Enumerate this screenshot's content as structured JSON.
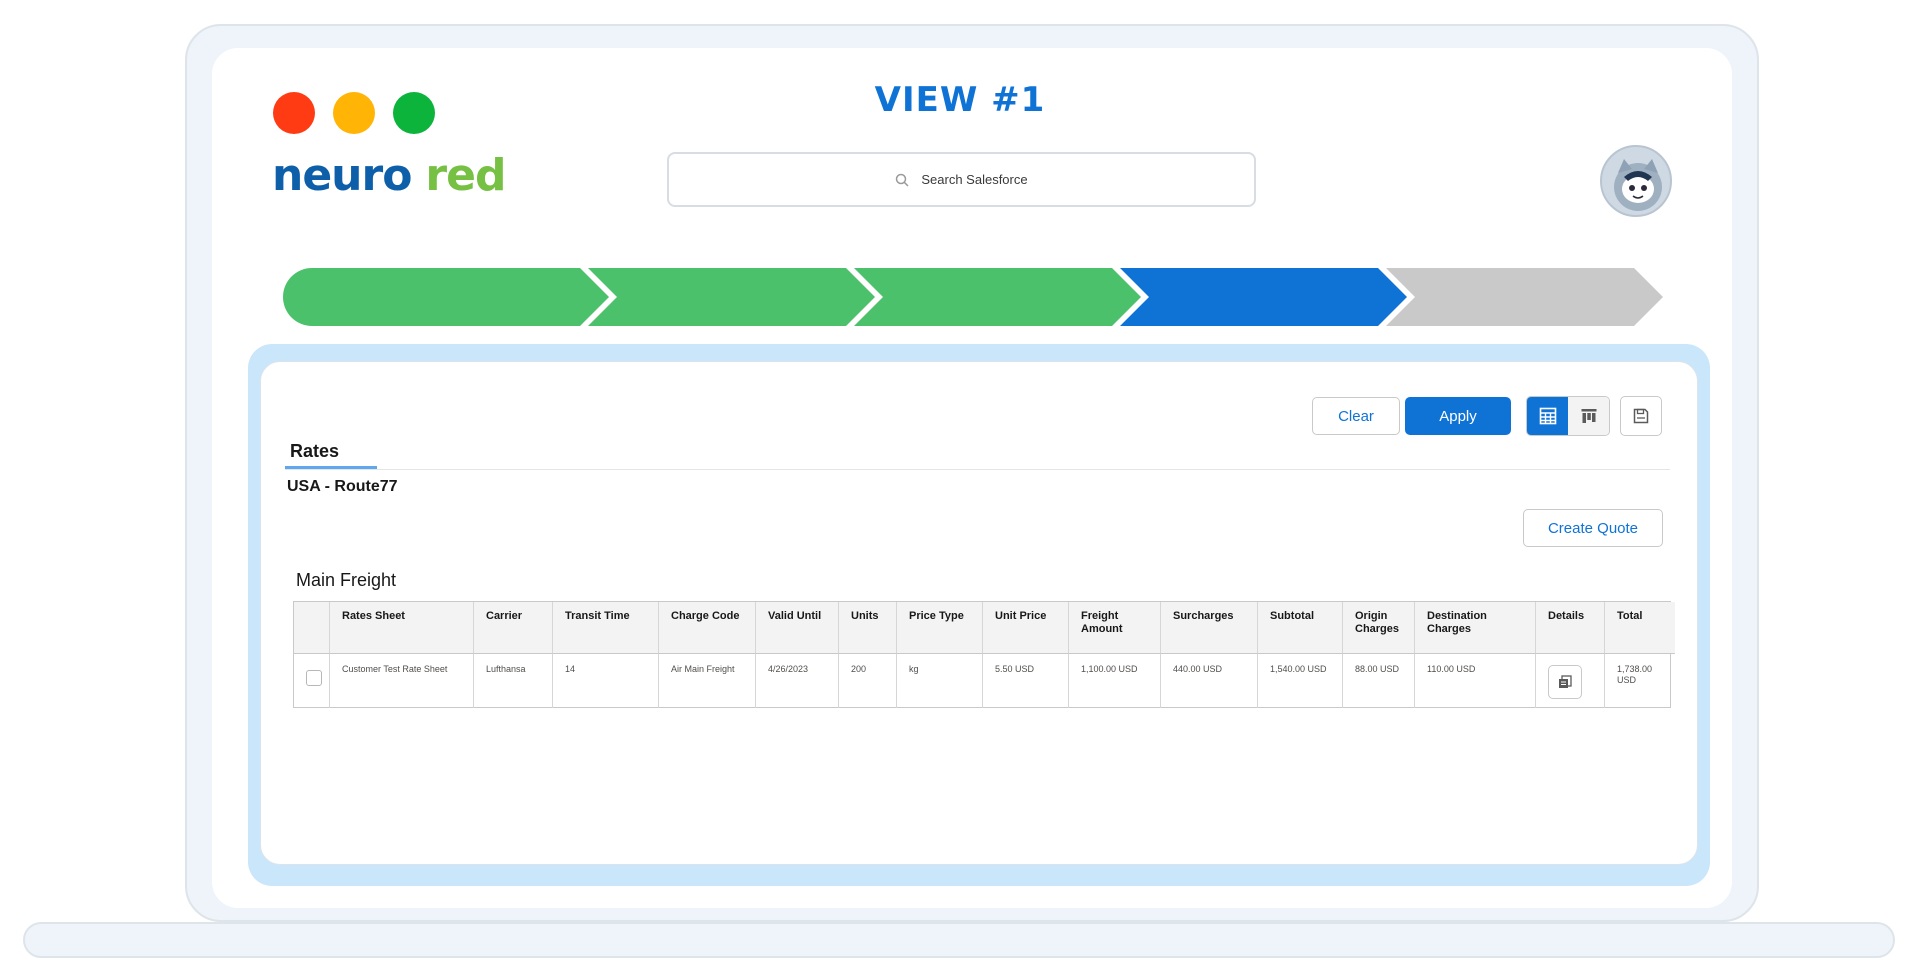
{
  "header": {
    "view_title": "VIEW #1",
    "logo_part1": "neuro",
    "logo_part2": "red",
    "search_placeholder": "Search Salesforce"
  },
  "path": {
    "steps": [
      {
        "status": "complete",
        "color": "#4bc16b"
      },
      {
        "status": "complete",
        "color": "#4bc16b"
      },
      {
        "status": "complete",
        "color": "#4bc16b"
      },
      {
        "status": "current",
        "color": "#0f73d6"
      },
      {
        "status": "incomplete",
        "color": "#c9c9c9"
      }
    ]
  },
  "toolbar": {
    "clear_label": "Clear",
    "apply_label": "Apply",
    "table_view_icon": "table-view-icon",
    "kanban_view_icon": "kanban-view-icon",
    "save_icon": "save-icon"
  },
  "tabs": {
    "rates_label": "Rates"
  },
  "route_label": "USA - Route77",
  "create_quote_label": "Create Quote",
  "section_title": "Main Freight",
  "table": {
    "headers": [
      "Rates Sheet",
      "Carrier",
      "Transit Time",
      "Charge Code",
      "Valid Until",
      "Units",
      "Price Type",
      "Unit Price",
      "Freight Amount",
      "Surcharges",
      "Subtotal",
      "Origin Charges",
      "Destination Charges",
      "Details",
      "Total"
    ],
    "rows": [
      [
        "Customer Test Rate Sheet",
        "Lufthansa",
        "14",
        "Air Main Freight",
        "4/26/2023",
        "200",
        "kg",
        "5.50 USD",
        "1,100.00 USD",
        "440.00 USD",
        "1,540.00 USD",
        "88.00 USD",
        "110.00 USD",
        "",
        "1,738.00 USD"
      ]
    ]
  },
  "colors": {
    "brand_blue": "#0f73d6",
    "logo_blue": "#0e5fa9",
    "logo_green": "#76c043"
  }
}
